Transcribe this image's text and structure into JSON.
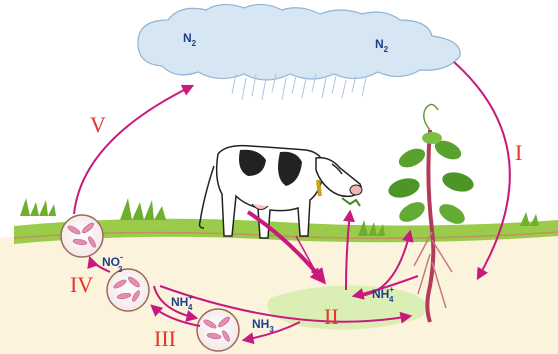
{
  "stage_labels": {
    "i": "I",
    "ii": "II",
    "iii": "III",
    "iv": "IV",
    "v": "V"
  },
  "chemicals": {
    "n2_left": "N",
    "n2_left_sub": "2",
    "n2_right": "N",
    "n2_right_sub": "2",
    "nh4_soil": "NH",
    "nh4_soil_sup": "+",
    "nh4_soil_sub": "4",
    "nh4_circle": "NH",
    "nh4_circle_sup": "+",
    "nh4_circle_sub": "4",
    "nh3": "NH",
    "nh3_sub": "3",
    "no3": "NO",
    "no3_sup": "-",
    "no3_sub": "3"
  },
  "colors": {
    "arrow": "#c8197e",
    "roman": "#e8322a",
    "chem": "#1d3f8f",
    "cloud": "#d7e6f3",
    "grass": "#9acb4a",
    "soil": "#fbf3dc",
    "bacteria": "#e48fb1"
  },
  "icons": [
    "cloud-icon",
    "rain-icon",
    "cow-icon",
    "plant-icon",
    "grass-icon",
    "bacteria-circle-icon",
    "soil-icon"
  ]
}
